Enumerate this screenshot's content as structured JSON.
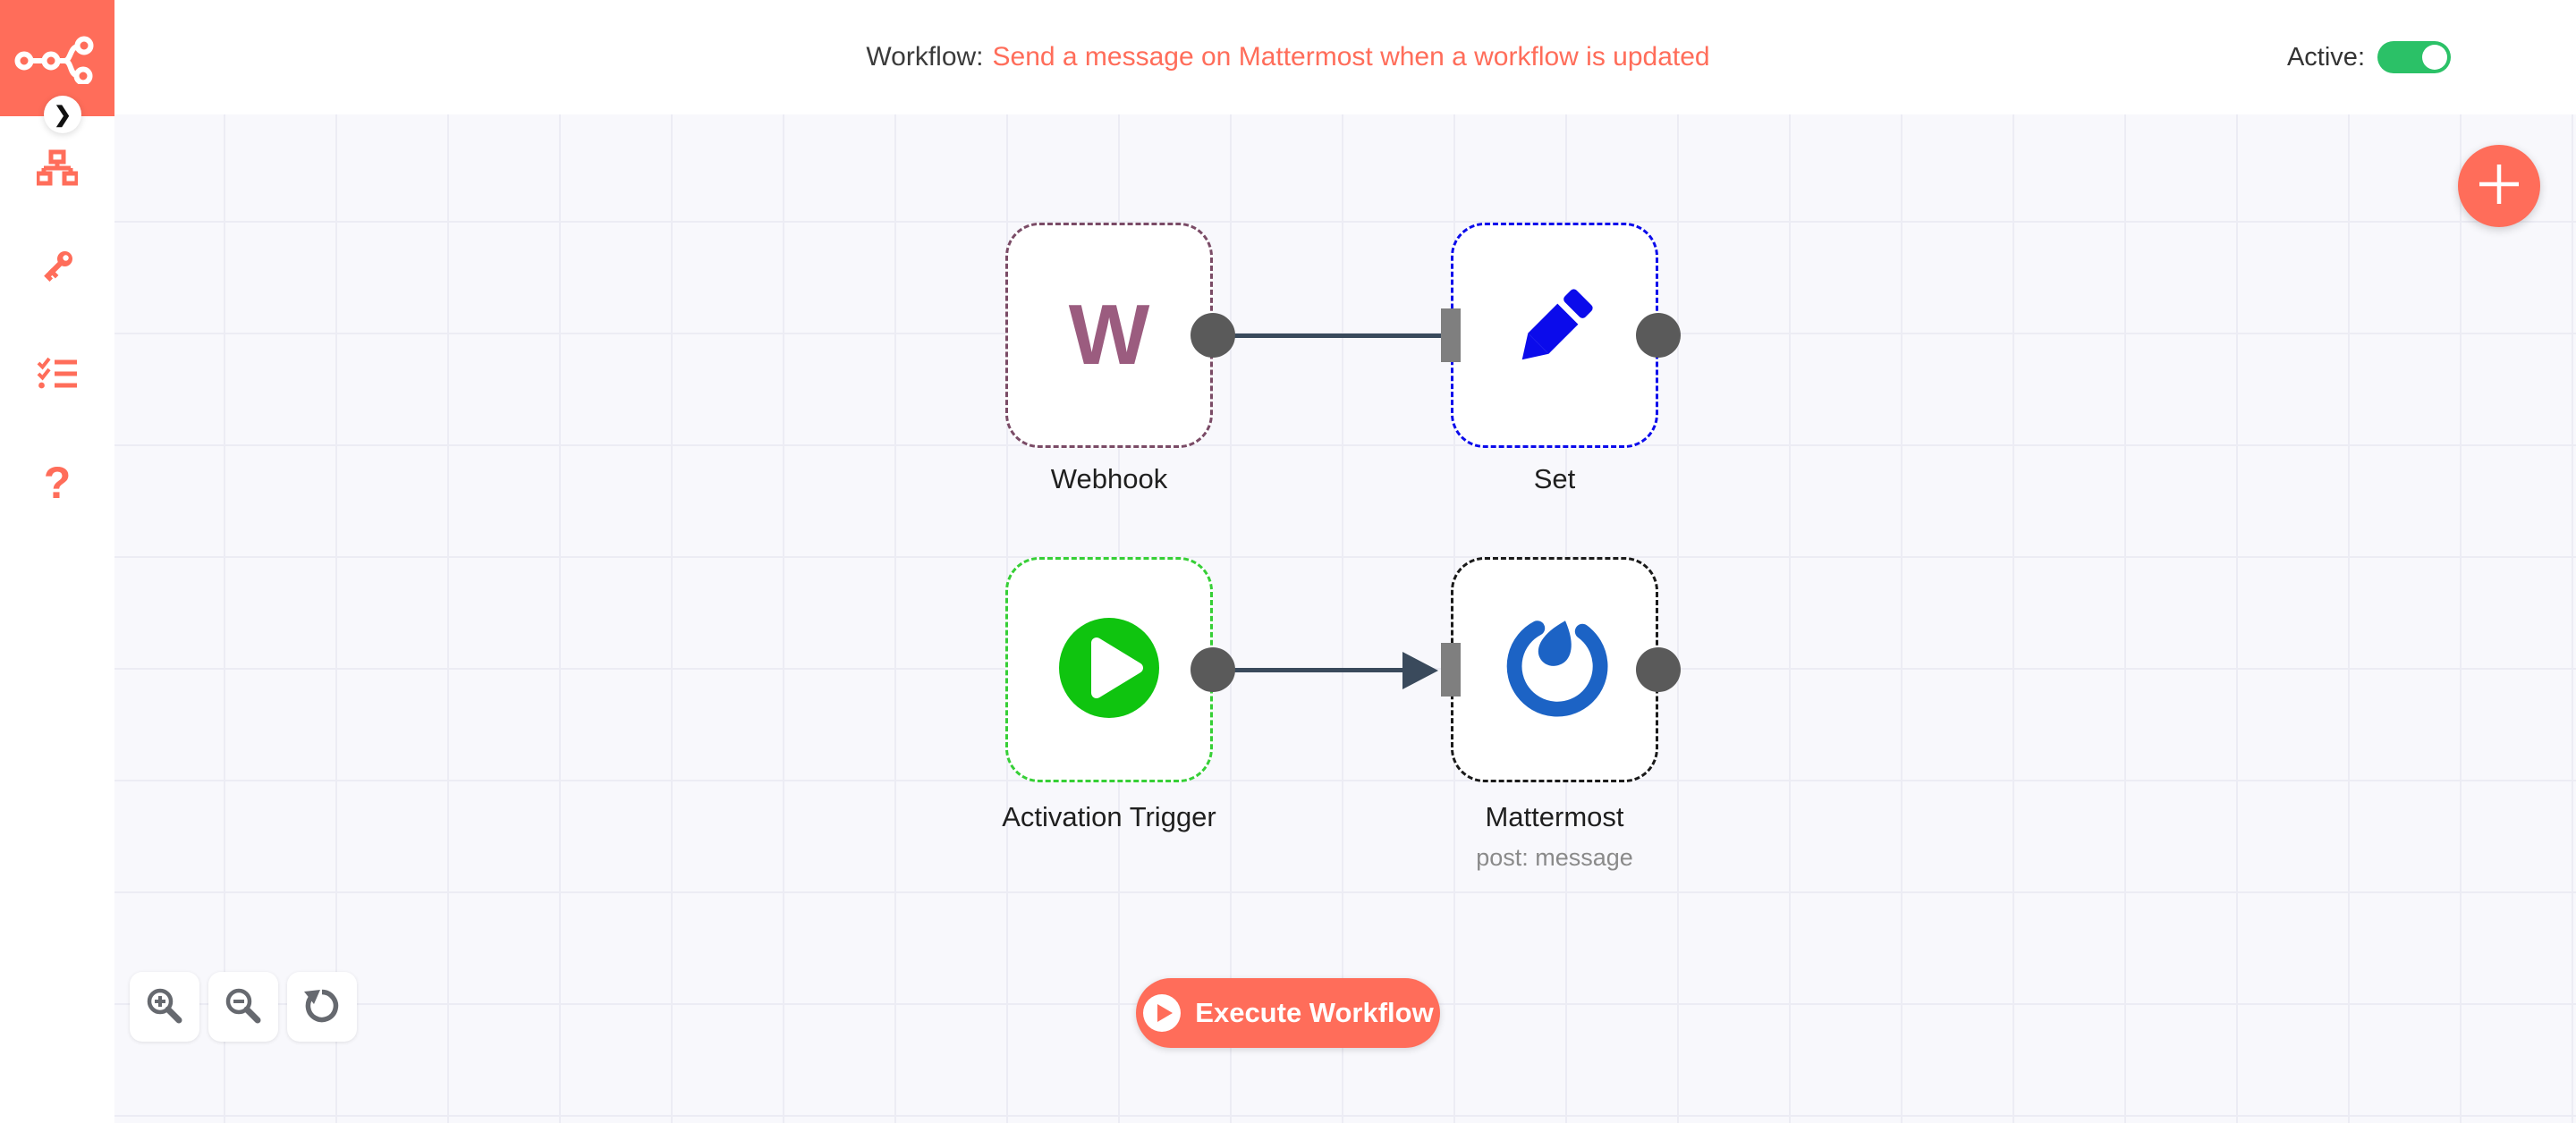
{
  "header": {
    "title_prefix": "Workflow:",
    "workflow_name": "Send a message on Mattermost when a workflow is updated",
    "active_label": "Active:",
    "active_state": "on"
  },
  "sidebar": {
    "logo_icon": "n8n-logo",
    "collapse_icon": "chevron-right",
    "collapse_glyph": "❯",
    "items": [
      {
        "icon": "workflows-icon"
      },
      {
        "icon": "credentials-icon"
      },
      {
        "icon": "executions-icon"
      },
      {
        "icon": "help-icon",
        "glyph": "?"
      }
    ]
  },
  "canvas": {
    "nodes": [
      {
        "label": "Webhook",
        "icon": "webhook-icon",
        "icon_glyph": "W",
        "accent": "#9B5C7F",
        "border": "#7A4B66"
      },
      {
        "label": "Set",
        "icon": "pencil-icon",
        "accent": "#0B0BEB",
        "border": "#0B0BEB"
      },
      {
        "label": "Activation Trigger",
        "icon": "play-icon",
        "accent": "#0FC40F",
        "border": "#36CF36"
      },
      {
        "label": "Mattermost",
        "subtitle": "post: message",
        "icon": "mattermost-icon",
        "accent": "#1C63C5",
        "border": "#1a1a1a"
      }
    ],
    "connections": [
      {
        "from": "Webhook",
        "to": "Set",
        "arrow": false
      },
      {
        "from": "Activation Trigger",
        "to": "Mattermost",
        "arrow": true
      }
    ],
    "zoom_controls": [
      "zoom-in-icon",
      "zoom-out-icon",
      "reset-zoom-icon"
    ],
    "add_node_icon": "plus-icon"
  },
  "execute": {
    "label": "Execute Workflow",
    "icon": "play-circle-icon"
  },
  "colors": {
    "brand": "#FF6D5A",
    "toggle_on": "#2BC167",
    "connection": "#3A4A5C",
    "endpoint_circle": "#5A5A5A",
    "endpoint_rect": "#7F7F7F",
    "canvas_bg": "#F8F8FC",
    "grid_line": "#ECECF4"
  }
}
